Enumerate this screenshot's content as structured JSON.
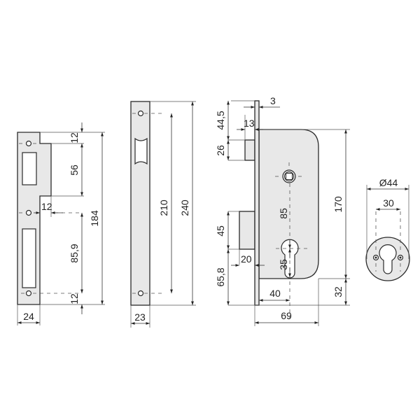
{
  "diagram": {
    "type": "technical-drawing",
    "subject": "mortise lock with strike plate, faceplate and escutcheon",
    "colors": {
      "part_fill": "#e8e8e8",
      "outline": "#2a2a2a",
      "dimension": "#333333",
      "background": "#ffffff"
    },
    "views": {
      "strike_plate": {
        "dimensions": {
          "width": "24",
          "top_offset": "12",
          "notch_height": "56",
          "lip_offset": "12",
          "hole_span": "85,9",
          "bottom_offset": "12",
          "total_height": "184"
        }
      },
      "faceplate": {
        "dimensions": {
          "width": "23",
          "hole_span": "210",
          "total_height": "240"
        }
      },
      "lock_body": {
        "dimensions": {
          "faceplate_thickness": "3",
          "top_to_latch": "44,5",
          "latch_projection": "13",
          "latch_height": "26",
          "backset_spindle_to_cylinder": "85",
          "body_height": "170",
          "deadbolt_height": "45",
          "deadbolt_projection": "20",
          "cylinder_height": "35",
          "bottom_to_deadbolt": "65,8",
          "backset": "40",
          "bottom_offset": "32",
          "body_depth": "69"
        }
      },
      "escutcheon": {
        "dimensions": {
          "diameter": "Ø44",
          "screw_spacing": "30"
        }
      }
    }
  }
}
